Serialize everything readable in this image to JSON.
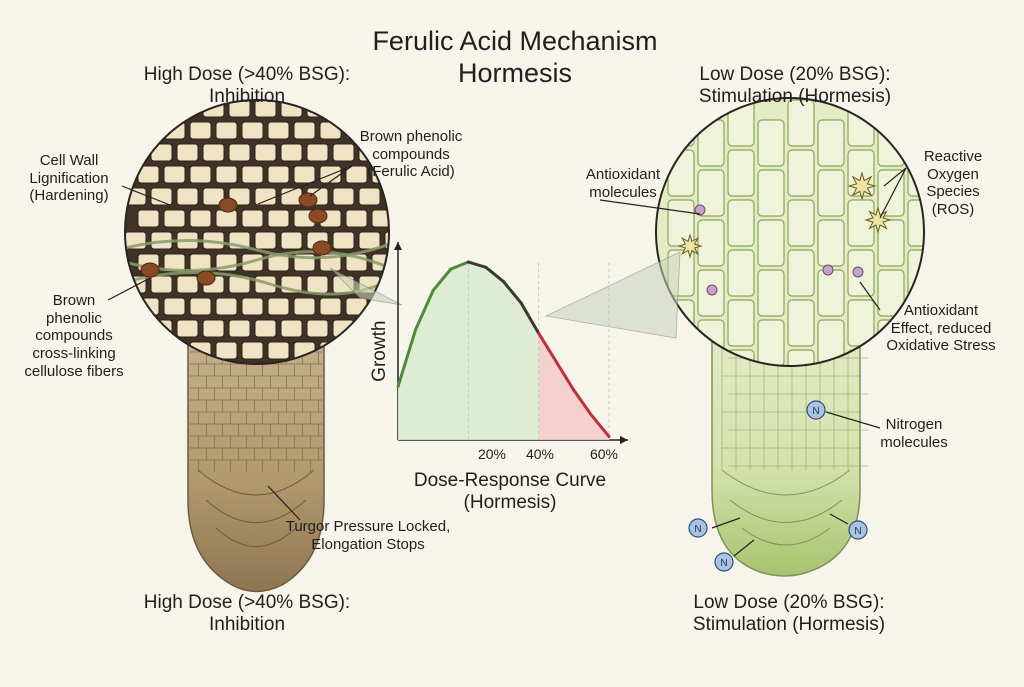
{
  "title_line1": "Ferulic Acid Mechanism",
  "title_line2": "Hormesis",
  "high_dose": {
    "header": "High Dose (>40% BSG):",
    "header_sub": "Inhibition",
    "cell_wall": "Cell Wall\nLignification\n(Hardening)",
    "brown_ferulic": "Brown phenolic\ncompounds\n(Ferulic Acid)",
    "cross_linking": "Brown\nphenolic\ncompounds\ncross-linking\ncellulose fibers",
    "turgor": "Turgor Pressure Locked,\nElongation Stops",
    "footer": "High Dose (>40% BSG):",
    "footer_sub": "Inhibition"
  },
  "low_dose": {
    "header": "Low Dose (20% BSG):",
    "header_sub": "Stimulation (Hormesis)",
    "antioxidant_molecules": "Antioxidant\nmolecules",
    "ros": "Reactive\nOxygen\nSpecies\n(ROS)",
    "antioxidant_effect": "Antioxidant\nEffect, reduced\nOxidative Stress",
    "nitrogen": "Nitrogen\nmolecules",
    "nitrogen_symbol": "N",
    "footer": "Low Dose (20% BSG):",
    "footer_sub": "Stimulation (Hormesis)"
  },
  "chart_data": {
    "type": "line",
    "ylabel": "Growth",
    "xlabel": "Dose-Response Curve",
    "xlabel_sub": "(Hormesis)",
    "x_ticks": [
      "20%",
      "40%",
      "60%"
    ],
    "curve": {
      "x": [
        0,
        5,
        10,
        15,
        20,
        25,
        30,
        35,
        40,
        45,
        50,
        55,
        60
      ],
      "y": [
        0.3,
        0.62,
        0.84,
        0.96,
        1.0,
        0.97,
        0.89,
        0.77,
        0.6,
        0.44,
        0.28,
        0.14,
        0.02
      ]
    },
    "colors": {
      "stimulation": "#4f8a3c",
      "inhibition": "#c0303a",
      "stimulation_fill": "#dcebd2",
      "inhibition_fill": "#f3cccc"
    }
  }
}
